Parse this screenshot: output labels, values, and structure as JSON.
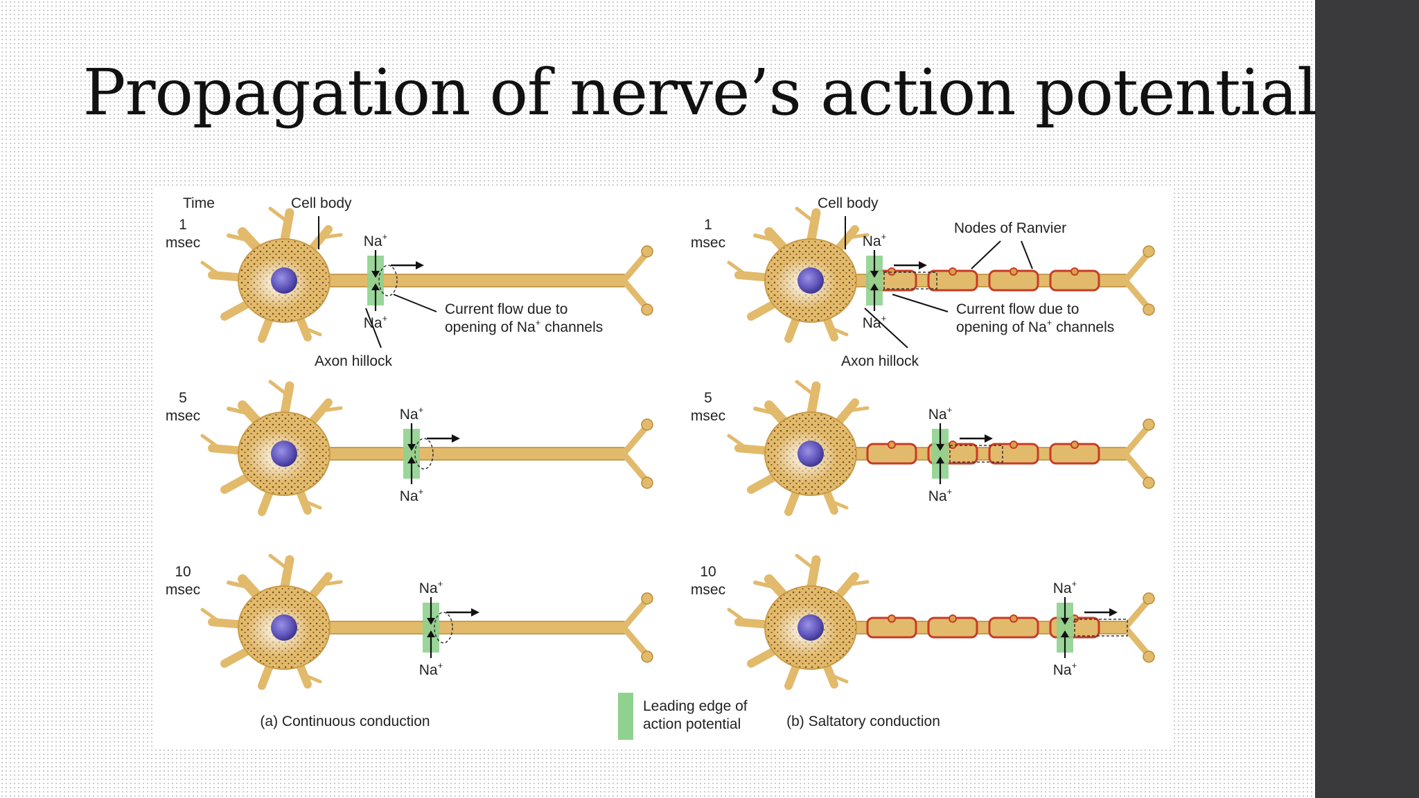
{
  "slide": {
    "title": "Propagation of nerve’s action potential",
    "accent_bar_color": "#3a3a3c"
  },
  "figure": {
    "time_header": "Time",
    "rows": [
      {
        "num": "1",
        "unit": "msec"
      },
      {
        "num": "5",
        "unit": "msec"
      },
      {
        "num": "10",
        "unit": "msec"
      }
    ],
    "cell_body_label": "Cell body",
    "axon_hillock_label": "Axon hillock",
    "nodes_label": "Nodes of Ranvier",
    "current_flow_line1": "Current flow due to",
    "current_flow_line2_pre": "opening of Na",
    "current_flow_line2_post": " channels",
    "ion_label": "Na",
    "ion_charge": "+",
    "panel_a_caption": "(a) Continuous conduction",
    "panel_b_caption": "(b) Saltatory conduction",
    "legend_line1": "Leading edge of",
    "legend_line2": "action potential",
    "colors": {
      "neuron": "#e2ba6c",
      "neuron_outline": "#b98a35",
      "nucleus": "#6a5fc2",
      "leading_edge": "#8fd18f",
      "myelin_outline": "#c63b26"
    }
  }
}
